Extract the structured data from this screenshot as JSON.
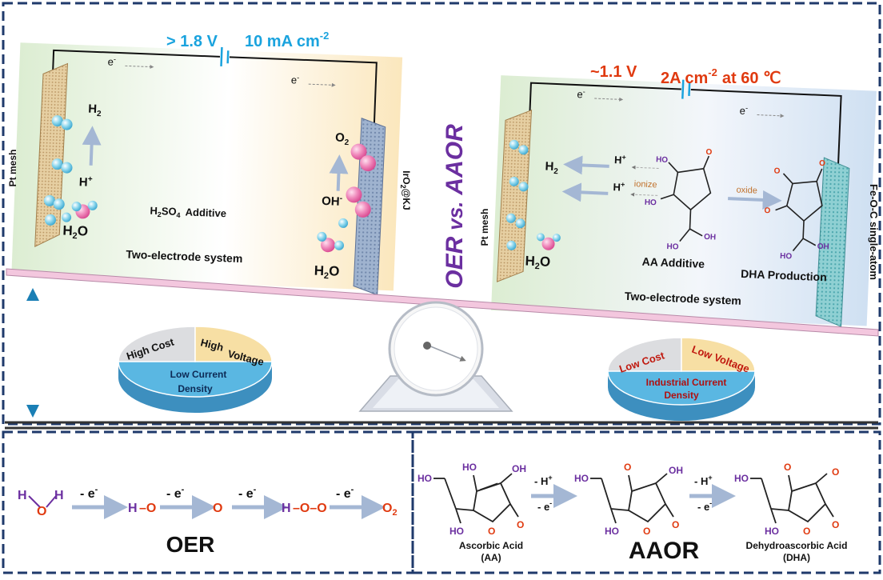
{
  "top": {
    "left_panel": {
      "voltage": "> 1.8 V",
      "current": "10 mA cm",
      "current_exp": "-2",
      "electron": "e",
      "electron_sup": "-",
      "cathode_label": "Pt mesh",
      "anode_label": "IrO",
      "anode_label_sub": "2",
      "anode_label_rest": "@KJ",
      "h2": "H",
      "h2_sub": "2",
      "o2": "O",
      "o2_sub": "2",
      "hplus": "H",
      "hplus_sup": "+",
      "ohminus": "OH",
      "ohminus_sup": "-",
      "water": "H",
      "water_sub": "2",
      "water_rest": "O",
      "electrolyte": "H",
      "electrolyte_sub": "2",
      "electrolyte_rest": "SO",
      "electrolyte_sub2": "4",
      "additive": "Additive",
      "system": "Two-electrode system"
    },
    "center_title": {
      "part1": "OER",
      "part2": "vs.",
      "part3": "AAOR"
    },
    "right_panel": {
      "voltage": "~1.1 V",
      "current": "2A cm",
      "current_exp": "-2",
      "temp": "at 60 ℃",
      "electron": "e",
      "electron_sup": "-",
      "cathode_label": "Pt mesh",
      "anode_label": "Fe-O-C single-atom",
      "h2": "H",
      "h2_sub": "2",
      "hplus": "H",
      "hplus_sup": "+",
      "ionize": "ionize",
      "oxide": "oxide",
      "water": "H",
      "water_sub": "2",
      "water_rest": "O",
      "aa_label": "AA  Additive",
      "dha_label": "DHA  Production",
      "system": "Two-electrode system",
      "ho": "HO",
      "oh": "OH",
      "o": "O"
    },
    "left_pie": {
      "slice1": "High  Cost",
      "slice2a": "High",
      "slice2b": "Voltage",
      "slice3a": "Low Current",
      "slice3b": "Density"
    },
    "right_pie": {
      "slice1": "Low Cost",
      "slice2": "Low Voltage",
      "slice3a": "Industrial Current",
      "slice3b": "Density"
    }
  },
  "bottom": {
    "oer": {
      "h": "H",
      "o": "O",
      "step": "- e",
      "step_sup": "-",
      "ho": "H",
      "ho_o": "O",
      "hoo_h": "H",
      "hoo_o": "O–O",
      "o2": "O",
      "o2_sub": "2",
      "title": "OER"
    },
    "aaor": {
      "step1": "- H",
      "step1_sup": "+",
      "step2": "- e",
      "step2_sup": "-",
      "ho": "HO",
      "oh": "OH",
      "o": "O",
      "aa_name": "Ascorbic Acid",
      "aa_abbr": "(AA)",
      "dha_name": "Dehydroascorbic Acid",
      "dha_abbr": "(DHA)",
      "title": "AAOR"
    }
  },
  "colors": {
    "frame": "#1f3a6b",
    "cyan": "#1aa3de",
    "red": "#e03a10",
    "purple": "#6b2fa0",
    "arrow": "#a4b7d4",
    "pie_blue": "#5ab7e2",
    "pie_gray": "#dcdde0",
    "pie_beige": "#f7dfa4"
  }
}
